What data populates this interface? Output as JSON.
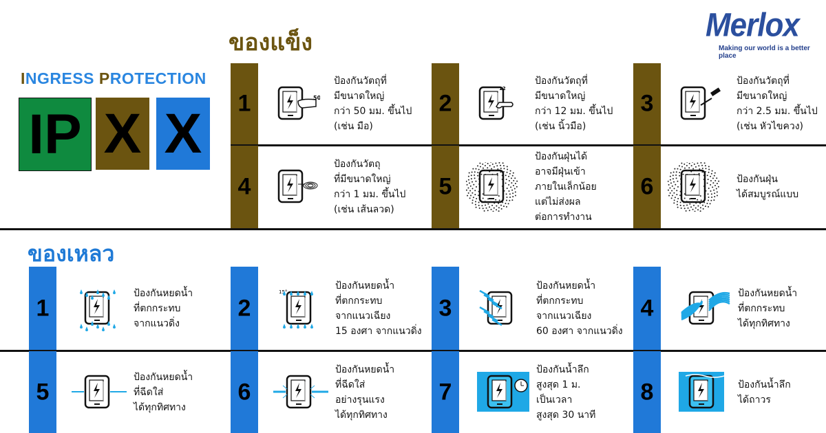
{
  "brand": {
    "logo": "Merlox",
    "tagline": "Making our world is a better place"
  },
  "ip_logo": {
    "heading_parts": [
      "I",
      "NGRESS ",
      "P",
      "ROTECTION"
    ],
    "box1": "IP",
    "box2": "X",
    "box3": "X"
  },
  "colors": {
    "solid": "#6b5410",
    "liquid": "#2079d8",
    "ip_green": "#0f8a3f"
  },
  "solid": {
    "title": "ของแข็ง",
    "levels": [
      {
        "num": "1",
        "text": "ป้องกันวัตถุที่\nมีขนาดใหญ่\nกว่า 50 มม. ขึ้นไป\n(เช่น มือ)",
        "icon": "hand-icon",
        "icon_label": "50"
      },
      {
        "num": "2",
        "text": "ป้องกันวัตถุที่\nมีขนาดใหญ่\nกว่า 12 มม. ขึ้นไป\n(เช่น นิ้วมือ)",
        "icon": "finger-icon",
        "icon_label": "12"
      },
      {
        "num": "3",
        "text": "ป้องกันวัตถุที่\nมีขนาดใหญ่\nกว่า 2.5 มม. ขึ้นไป\n(เช่น หัวไขควง)",
        "icon": "screwdriver-icon"
      },
      {
        "num": "4",
        "text": "ป้องกันวัตถุ\nที่มีขนาดใหญ่\nกว่า 1 มม. ขึ้นไป\n(เช่น เส้นลวด)",
        "icon": "wire-icon"
      },
      {
        "num": "5",
        "text": "ป้องกันฝุ่นได้\nอาจมีฝุ่นเข้า\nภายในเล็กน้อย\nแต่ไม่ส่งผล\nต่อการทำงาน",
        "icon": "dust-icon"
      },
      {
        "num": "6",
        "text": "ป้องกันฝุ่น\nได้สมบูรณ์แบบ",
        "icon": "dust-tight-icon"
      }
    ]
  },
  "liquid": {
    "title": "ของเหลว",
    "levels": [
      {
        "num": "1",
        "text": "ป้องกันหยดน้ำ\nที่ตกกระทบ\nจากแนวดิ่ง",
        "icon": "vertical-drip-icon"
      },
      {
        "num": "2",
        "text": "ป้องกันหยดน้ำ\nที่ตกกระทบ\nจากแนวเฉียง\n15 องศา จากแนวดิ่ง",
        "icon": "tilted-drip-icon",
        "icon_label": "15°"
      },
      {
        "num": "3",
        "text": "ป้องกันหยดน้ำ\nที่ตกกระทบ\nจากแนวเฉียง\n60 องศา จากแนวดิ่ง",
        "icon": "spray-icon"
      },
      {
        "num": "4",
        "text": "ป้องกันหยดน้ำ\nที่ตกกระทบ\nได้ทุกทิศทาง",
        "icon": "splash-icon"
      },
      {
        "num": "5",
        "text": "ป้องกันหยดน้ำ\nที่ฉีดใส่\nได้ทุกทิศทาง",
        "icon": "water-jet-icon"
      },
      {
        "num": "6",
        "text": "ป้องกันหยดน้ำ\nที่ฉีดใส่\nอย่างรุนแรง\nได้ทุกทิศทาง",
        "icon": "powerful-jet-icon"
      },
      {
        "num": "7",
        "text": "ป้องกันน้ำลึก\nสูงสุด 1 ม.\nเป็นเวลา\nสูงสุด 30 นาที",
        "icon": "immersion-timer-icon"
      },
      {
        "num": "8",
        "text": "ป้องกันน้ำลึก\nได้ถาวร",
        "icon": "submersion-icon"
      }
    ]
  }
}
